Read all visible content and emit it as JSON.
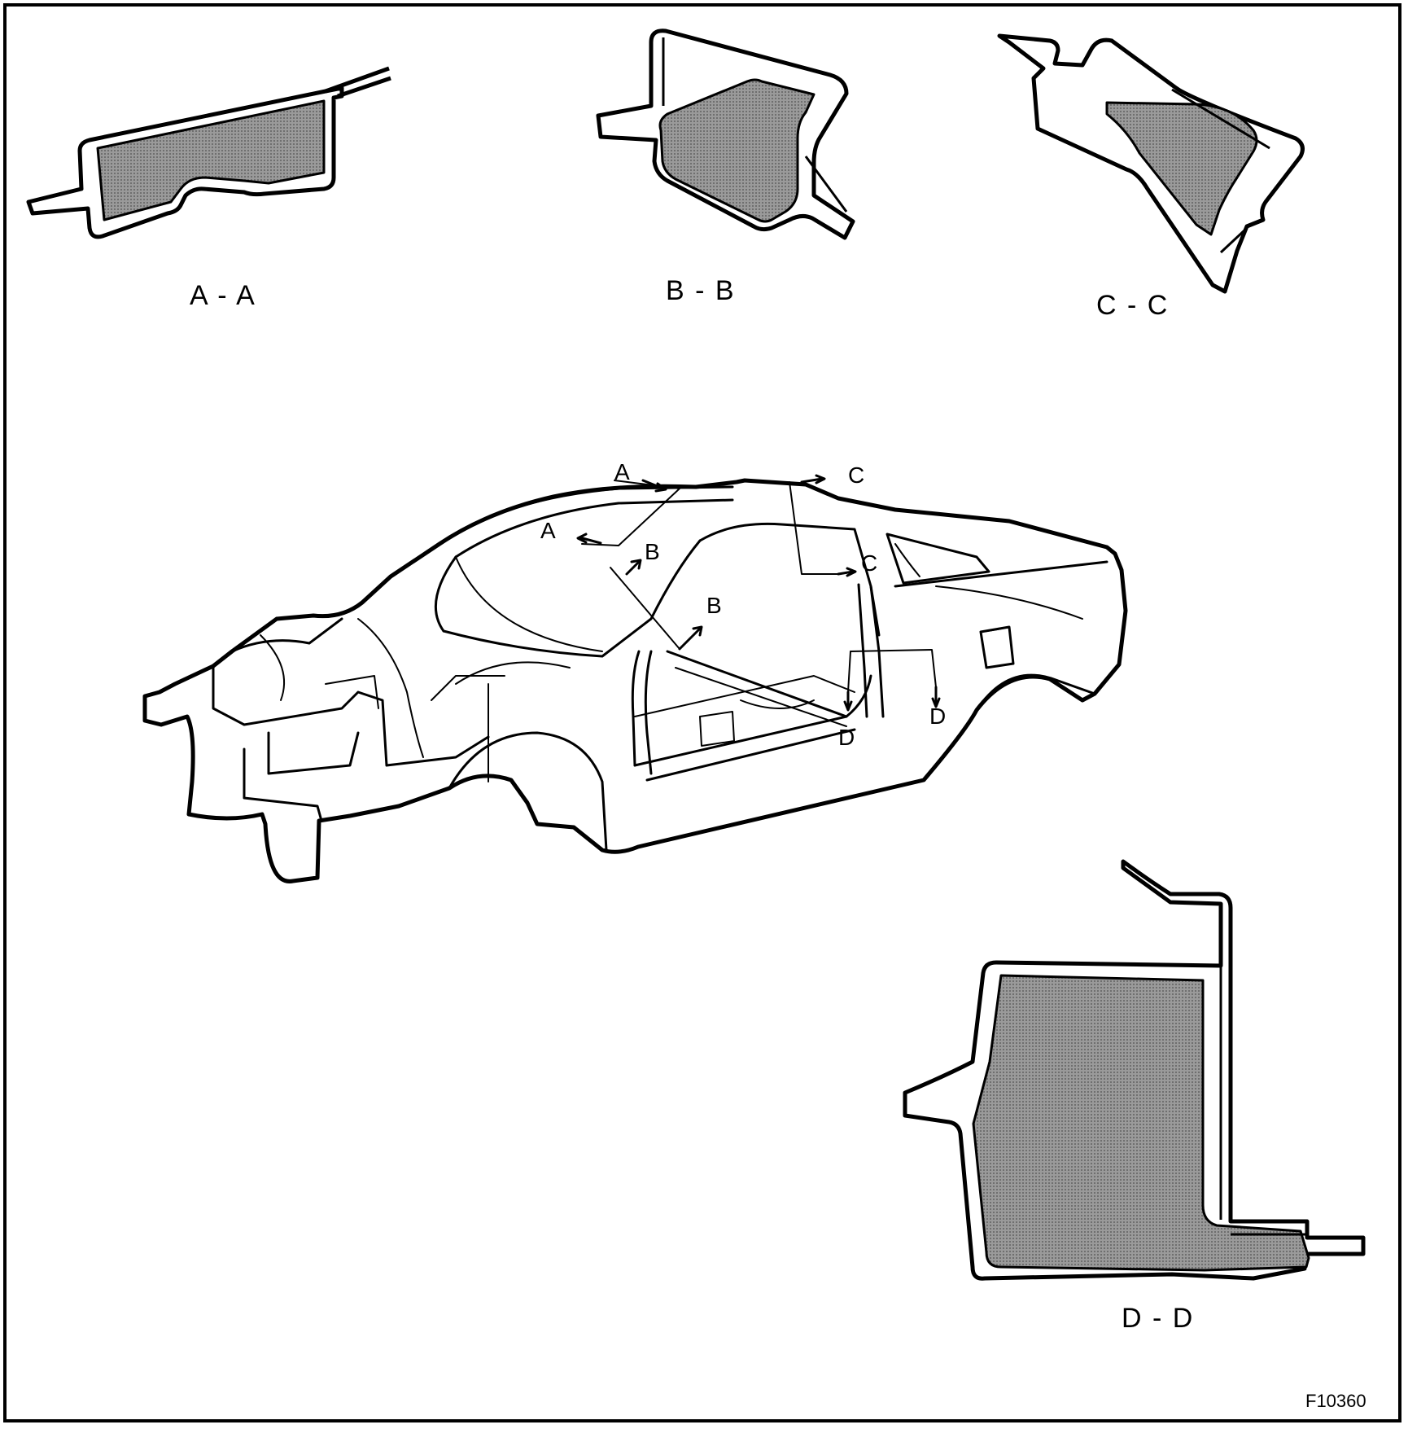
{
  "sections": {
    "aa": {
      "label": "A - A"
    },
    "bb": {
      "label": "B - B"
    },
    "cc": {
      "label": "C - C"
    },
    "dd": {
      "label": "D - D"
    }
  },
  "car_markers": {
    "a_upper": "A",
    "a_lower": "A",
    "b_upper": "B",
    "b_lower": "B",
    "c_upper": "C",
    "c_lower": "C",
    "d_left": "D",
    "d_right": "D"
  },
  "figure_id": "F10360",
  "colors": {
    "line": "#000000",
    "fill_shaded": "#8a8a8a",
    "background": "#ffffff"
  }
}
